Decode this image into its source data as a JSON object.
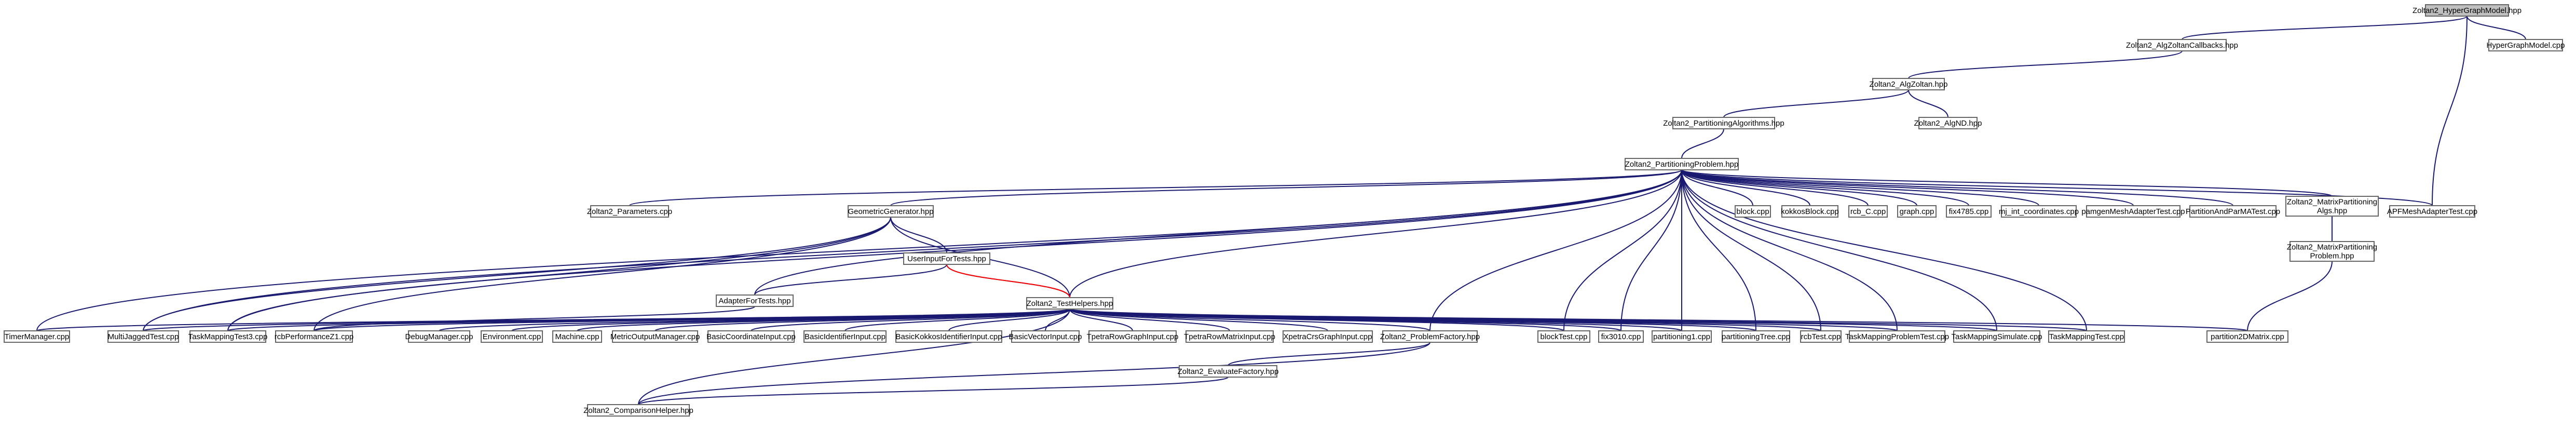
{
  "colors": {
    "edge": "#191970",
    "edge_alt": "#ff0000",
    "root_fill": "#bfbfbf",
    "node_fill": "#ffffff",
    "node_stroke": "#666666"
  },
  "nodes": [
    {
      "id": "n0",
      "label": "Zoltan2_HyperGraphModel.hpp",
      "root": true
    },
    {
      "id": "n1",
      "label": "Zoltan2_AlgZoltanCallbacks.hpp"
    },
    {
      "id": "n2",
      "label": "HyperGraphModel.cpp"
    },
    {
      "id": "n3",
      "label": "Zoltan2_AlgZoltan.hpp"
    },
    {
      "id": "n4",
      "label": "Zoltan2_PartitioningAlgorithms.hpp"
    },
    {
      "id": "n5",
      "label": "Zoltan2_AlgND.hpp"
    },
    {
      "id": "n6",
      "label": "Zoltan2_PartitioningProblem.hpp"
    },
    {
      "id": "n7",
      "label": "Zoltan2_Parameters.cpp"
    },
    {
      "id": "n8",
      "label": "GeometricGenerator.hpp"
    },
    {
      "id": "n9",
      "label": "UserInputForTests.hpp"
    },
    {
      "id": "n10",
      "label": "AdapterForTests.hpp"
    },
    {
      "id": "n11",
      "label": "Zoltan2_TestHelpers.hpp"
    },
    {
      "id": "n12",
      "label": "block.cpp"
    },
    {
      "id": "n13",
      "label": "kokkosBlock.cpp"
    },
    {
      "id": "n14",
      "label": "rcb_C.cpp"
    },
    {
      "id": "n15",
      "label": "graph.cpp"
    },
    {
      "id": "n16",
      "label": "fix4785.cpp"
    },
    {
      "id": "n17",
      "label": "mj_int_coordinates.cpp"
    },
    {
      "id": "n18",
      "label": "pamgenMeshAdapterTest.cpp"
    },
    {
      "id": "n19",
      "label": "PartitionAndParMATest.cpp"
    },
    {
      "id": "n20",
      "label": "Zoltan2_MatrixPartitioning\nAlgs.hpp"
    },
    {
      "id": "n21",
      "label": "APFMeshAdapterTest.cpp"
    },
    {
      "id": "n22",
      "label": "Zoltan2_MatrixPartitioning\nProblem.hpp"
    },
    {
      "id": "n23",
      "label": "TimerManager.cpp"
    },
    {
      "id": "n24",
      "label": "MultiJaggedTest.cpp"
    },
    {
      "id": "n25",
      "label": "TaskMappingTest3.cpp"
    },
    {
      "id": "n26",
      "label": "rcbPerformanceZ1.cpp"
    },
    {
      "id": "n27",
      "label": "DebugManager.cpp"
    },
    {
      "id": "n28",
      "label": "Environment.cpp"
    },
    {
      "id": "n29",
      "label": "Machine.cpp"
    },
    {
      "id": "n30",
      "label": "MetricOutputManager.cpp"
    },
    {
      "id": "n31",
      "label": "BasicCoordinateInput.cpp"
    },
    {
      "id": "n32",
      "label": "BasicIdentifierInput.cpp"
    },
    {
      "id": "n33",
      "label": "BasicKokkosIdentifierInput.cpp"
    },
    {
      "id": "n34",
      "label": "BasicVectorInput.cpp"
    },
    {
      "id": "n35",
      "label": "TpetraRowGraphInput.cpp"
    },
    {
      "id": "n36",
      "label": "TpetraRowMatrixInput.cpp"
    },
    {
      "id": "n37",
      "label": "XpetraCrsGraphInput.cpp"
    },
    {
      "id": "n38",
      "label": "Zoltan2_ProblemFactory.hpp"
    },
    {
      "id": "n39",
      "label": "blockTest.cpp"
    },
    {
      "id": "n40",
      "label": "fix3010.cpp"
    },
    {
      "id": "n41",
      "label": "partitioning1.cpp"
    },
    {
      "id": "n42",
      "label": "partitioningTree.cpp"
    },
    {
      "id": "n43",
      "label": "rcbTest.cpp"
    },
    {
      "id": "n44",
      "label": "TaskMappingProblemTest.cpp"
    },
    {
      "id": "n45",
      "label": "TaskMappingSimulate.cpp"
    },
    {
      "id": "n46",
      "label": "TaskMappingTest.cpp"
    },
    {
      "id": "n47",
      "label": "partition2DMatrix.cpp"
    },
    {
      "id": "n48",
      "label": "Zoltan2_EvaluateFactory.hpp"
    },
    {
      "id": "n49",
      "label": "Zoltan2_ComparisonHelper.hpp"
    }
  ],
  "edges": [
    [
      "n0",
      "n1"
    ],
    [
      "n0",
      "n2"
    ],
    [
      "n0",
      "n21"
    ],
    [
      "n1",
      "n3"
    ],
    [
      "n3",
      "n4"
    ],
    [
      "n3",
      "n5"
    ],
    [
      "n4",
      "n6"
    ],
    [
      "n6",
      "n7"
    ],
    [
      "n6",
      "n8"
    ],
    [
      "n6",
      "n10"
    ],
    [
      "n6",
      "n11"
    ],
    [
      "n6",
      "n12"
    ],
    [
      "n6",
      "n13"
    ],
    [
      "n6",
      "n14"
    ],
    [
      "n6",
      "n15"
    ],
    [
      "n6",
      "n16"
    ],
    [
      "n6",
      "n17"
    ],
    [
      "n6",
      "n18"
    ],
    [
      "n6",
      "n19"
    ],
    [
      "n6",
      "n20"
    ],
    [
      "n6",
      "n21"
    ],
    [
      "n6",
      "n23"
    ],
    [
      "n6",
      "n24"
    ],
    [
      "n6",
      "n25"
    ],
    [
      "n6",
      "n38"
    ],
    [
      "n6",
      "n39"
    ],
    [
      "n6",
      "n40"
    ],
    [
      "n6",
      "n41"
    ],
    [
      "n6",
      "n42"
    ],
    [
      "n6",
      "n43"
    ],
    [
      "n6",
      "n44"
    ],
    [
      "n6",
      "n45"
    ],
    [
      "n6",
      "n46"
    ],
    [
      "n8",
      "n9"
    ],
    [
      "n8",
      "n24"
    ],
    [
      "n8",
      "n25"
    ],
    [
      "n8",
      "n26"
    ],
    [
      "n8",
      "n11"
    ],
    [
      "n9",
      "n10"
    ],
    [
      "n9",
      "n11"
    ],
    [
      "n10",
      "n26"
    ],
    [
      "n11",
      "n9"
    ],
    [
      "n11",
      "n23"
    ],
    [
      "n11",
      "n24"
    ],
    [
      "n11",
      "n25"
    ],
    [
      "n11",
      "n26"
    ],
    [
      "n11",
      "n27"
    ],
    [
      "n11",
      "n28"
    ],
    [
      "n11",
      "n29"
    ],
    [
      "n11",
      "n30"
    ],
    [
      "n11",
      "n31"
    ],
    [
      "n11",
      "n32"
    ],
    [
      "n11",
      "n33"
    ],
    [
      "n11",
      "n34"
    ],
    [
      "n11",
      "n35"
    ],
    [
      "n11",
      "n36"
    ],
    [
      "n11",
      "n37"
    ],
    [
      "n11",
      "n38"
    ],
    [
      "n11",
      "n39"
    ],
    [
      "n11",
      "n40"
    ],
    [
      "n11",
      "n41"
    ],
    [
      "n11",
      "n42"
    ],
    [
      "n11",
      "n43"
    ],
    [
      "n11",
      "n44"
    ],
    [
      "n11",
      "n45"
    ],
    [
      "n11",
      "n46"
    ],
    [
      "n11",
      "n47"
    ],
    [
      "n11",
      "n49"
    ],
    [
      "n20",
      "n22"
    ],
    [
      "n22",
      "n47"
    ],
    [
      "n38",
      "n48"
    ],
    [
      "n38",
      "n49"
    ],
    [
      "n48",
      "n49"
    ]
  ]
}
